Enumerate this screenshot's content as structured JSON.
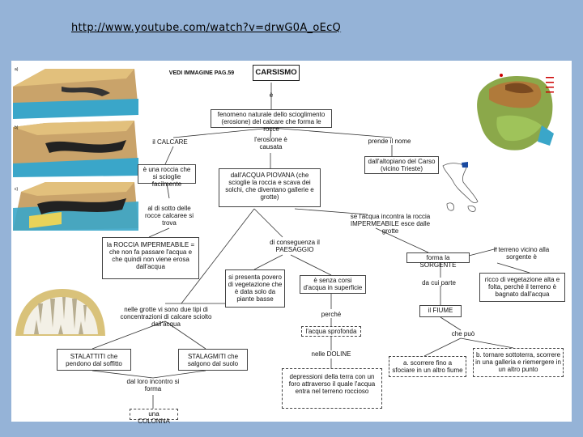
{
  "url": "http://www.youtube.com/watch?v=drwG0A_oEcQ",
  "diagram": {
    "title": "CARSISMO",
    "see_image": "VEDI IMMAGINE PAG.59",
    "e": "è",
    "definition": "fenomeno naturale dello scioglimento (erosione) del calcare che forma le rocce",
    "il_calcare": "il CALCARE",
    "erosion_caused": "l'erosione è causata",
    "takes_name": "prende il nome",
    "carso": "dall'altopiano del Carso (vicino Trieste)",
    "rock_dissolves": "è una roccia che si scioglie facilmente",
    "rain_water": "dall'ACQUA PIOVANA (che scioglie la roccia e scava dei solchi, che diventano gallerie e grotte)",
    "below_limestone": "al di sotto delle rocce calcaree si trova",
    "impermeable_spring": "se l'acqua incontra la roccia IMPERMEABILE esce dalle grotte",
    "impermeable_rock": "la ROCCIA IMPERMEABILE = che non fa passare l'acqua e che quindi non viene erosa dall'acqua",
    "consequence": "di conseguenza il PAESAGGIO",
    "forms_spring": "forma la SORGENTE",
    "fertile_land": "il terreno vicino alla sorgente è",
    "poor_vegetation": "si presenta povero di vegetazione che è data solo da piante basse",
    "no_surface_water": "è senza corsi d'acqua in superficie",
    "from_which": "da cui parte",
    "rich_vegetation": "ricco di vegetazione alta e folta, perché il terreno è bagnato dall'acqua",
    "caves_two_types": "nelle grotte vi sono due tipi di concentrazioni di calcare sciolto dall'acqua",
    "perche": "perché",
    "il_fiume": "il FIUME",
    "water_sinks": "l'acqua sprofonda",
    "che_puo": "che può",
    "stalattiti": "STALATTITI che pendono dal soffitto",
    "stalagmiti": "STALAGMITI che salgono dal suolo",
    "nelle_doline": "nelle DOLINE",
    "flow_to_sea": "a. scorrere fino a sfociare in un altro fiume",
    "go_underground": "b. tornare sottoterra, scorrere in una galleria e riemergere in un altro punto",
    "from_meeting": "dal loro incontro si forma",
    "depressions": "depressioni della terra con un foro attraverso il quale l'acqua entra nel terreno roccioso",
    "colonna": "una COLONNA",
    "fig_a": "a)",
    "fig_b": "b)",
    "fig_c": "c)"
  },
  "colors": {
    "background": "#95b3d7",
    "panel": "#ffffff",
    "water": "#3aa6c9",
    "rock": "#c9a36a",
    "dark_rock": "#7a5a30"
  }
}
